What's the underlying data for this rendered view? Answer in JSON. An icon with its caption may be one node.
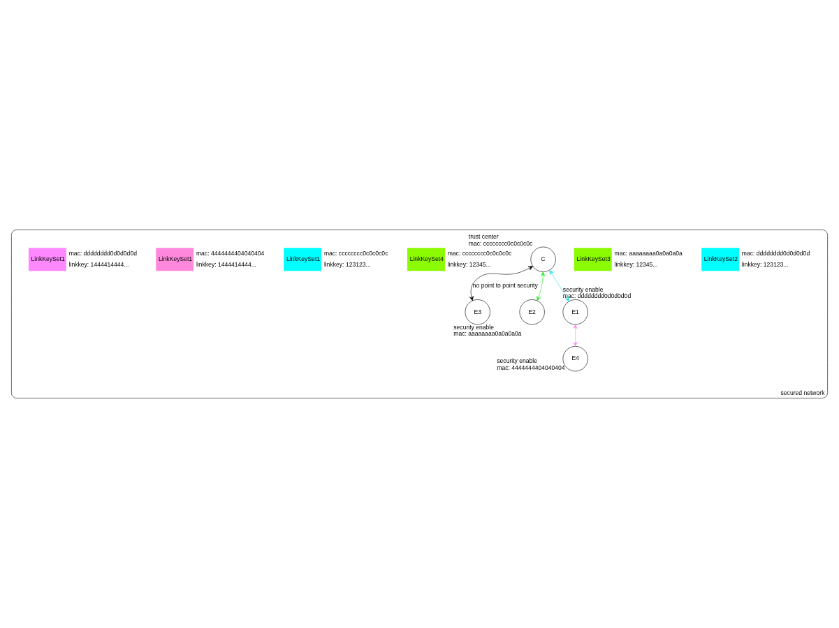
{
  "diagram": {
    "nodes": [
      {
        "text": [
          "secured network"
        ]
      },
      {
        "text": [
          "LinkKeySet2",
          "mac: dddddddd0d0d0d0d",
          "linkkey: 123123..."
        ],
        "in": 0
      },
      {
        "text": [
          "LinkKeySet3",
          "mac: aaaaaaaa0a0a0a0a",
          "linkkey: 12345..."
        ],
        "in": 0
      },
      {
        "text": [
          "C"
        ],
        "beside": [
          "trust center",
          "mac: cccccccc0c0c0c0c"
        ],
        "in": 0
      },
      {
        "text": [
          "E3"
        ],
        "in": 0
      },
      {
        "text": [
          "E2"
        ],
        "beside": [
          "security enable",
          "mac: aaaaaaaa0a0a0a0a"
        ],
        "in": 0
      },
      {
        "text": [
          "E1"
        ],
        "beside": [
          "security enable",
          "mac: dddddddd0d0d0d0d"
        ],
        "in": 0
      },
      {
        "text": [
          "LinkKeySet4",
          "mac: cccccccc0c0c0c0c",
          "linkkey: 12345..."
        ],
        "in": 0
      },
      {
        "text": [
          "LinkKeySet1",
          "mac: cccccccc0c0c0c0c",
          "linkkey: 123123..."
        ],
        "in": 0
      },
      {
        "text": [
          "LinkKeySet1",
          "mac: 4444444404040404",
          "linkkey: 1444414444..."
        ],
        "in": 0
      },
      {
        "text": [
          "E4"
        ],
        "beside": [
          "security enable",
          "mac: 4444444404040404"
        ],
        "in": 0
      },
      {
        "text": [
          "LinkKeySet1",
          "mac: dddddddd0d0d0d0d",
          "linkkey: 1444414444..."
        ],
        "in": 0
      }
    ],
    "edges": [
      {
        "from": 3,
        "to": 4,
        "arrow": "both",
        "label": "no point to point security"
      },
      {
        "from": 3,
        "to": 5,
        "arrow": "both",
        "color": "#22ee22"
      },
      {
        "from": 3,
        "to": 6,
        "arrow": "both",
        "color": "#22dddd"
      },
      {
        "from": 6,
        "to": 10,
        "arrow": "both",
        "color": "#ff88ee"
      }
    ]
  }
}
